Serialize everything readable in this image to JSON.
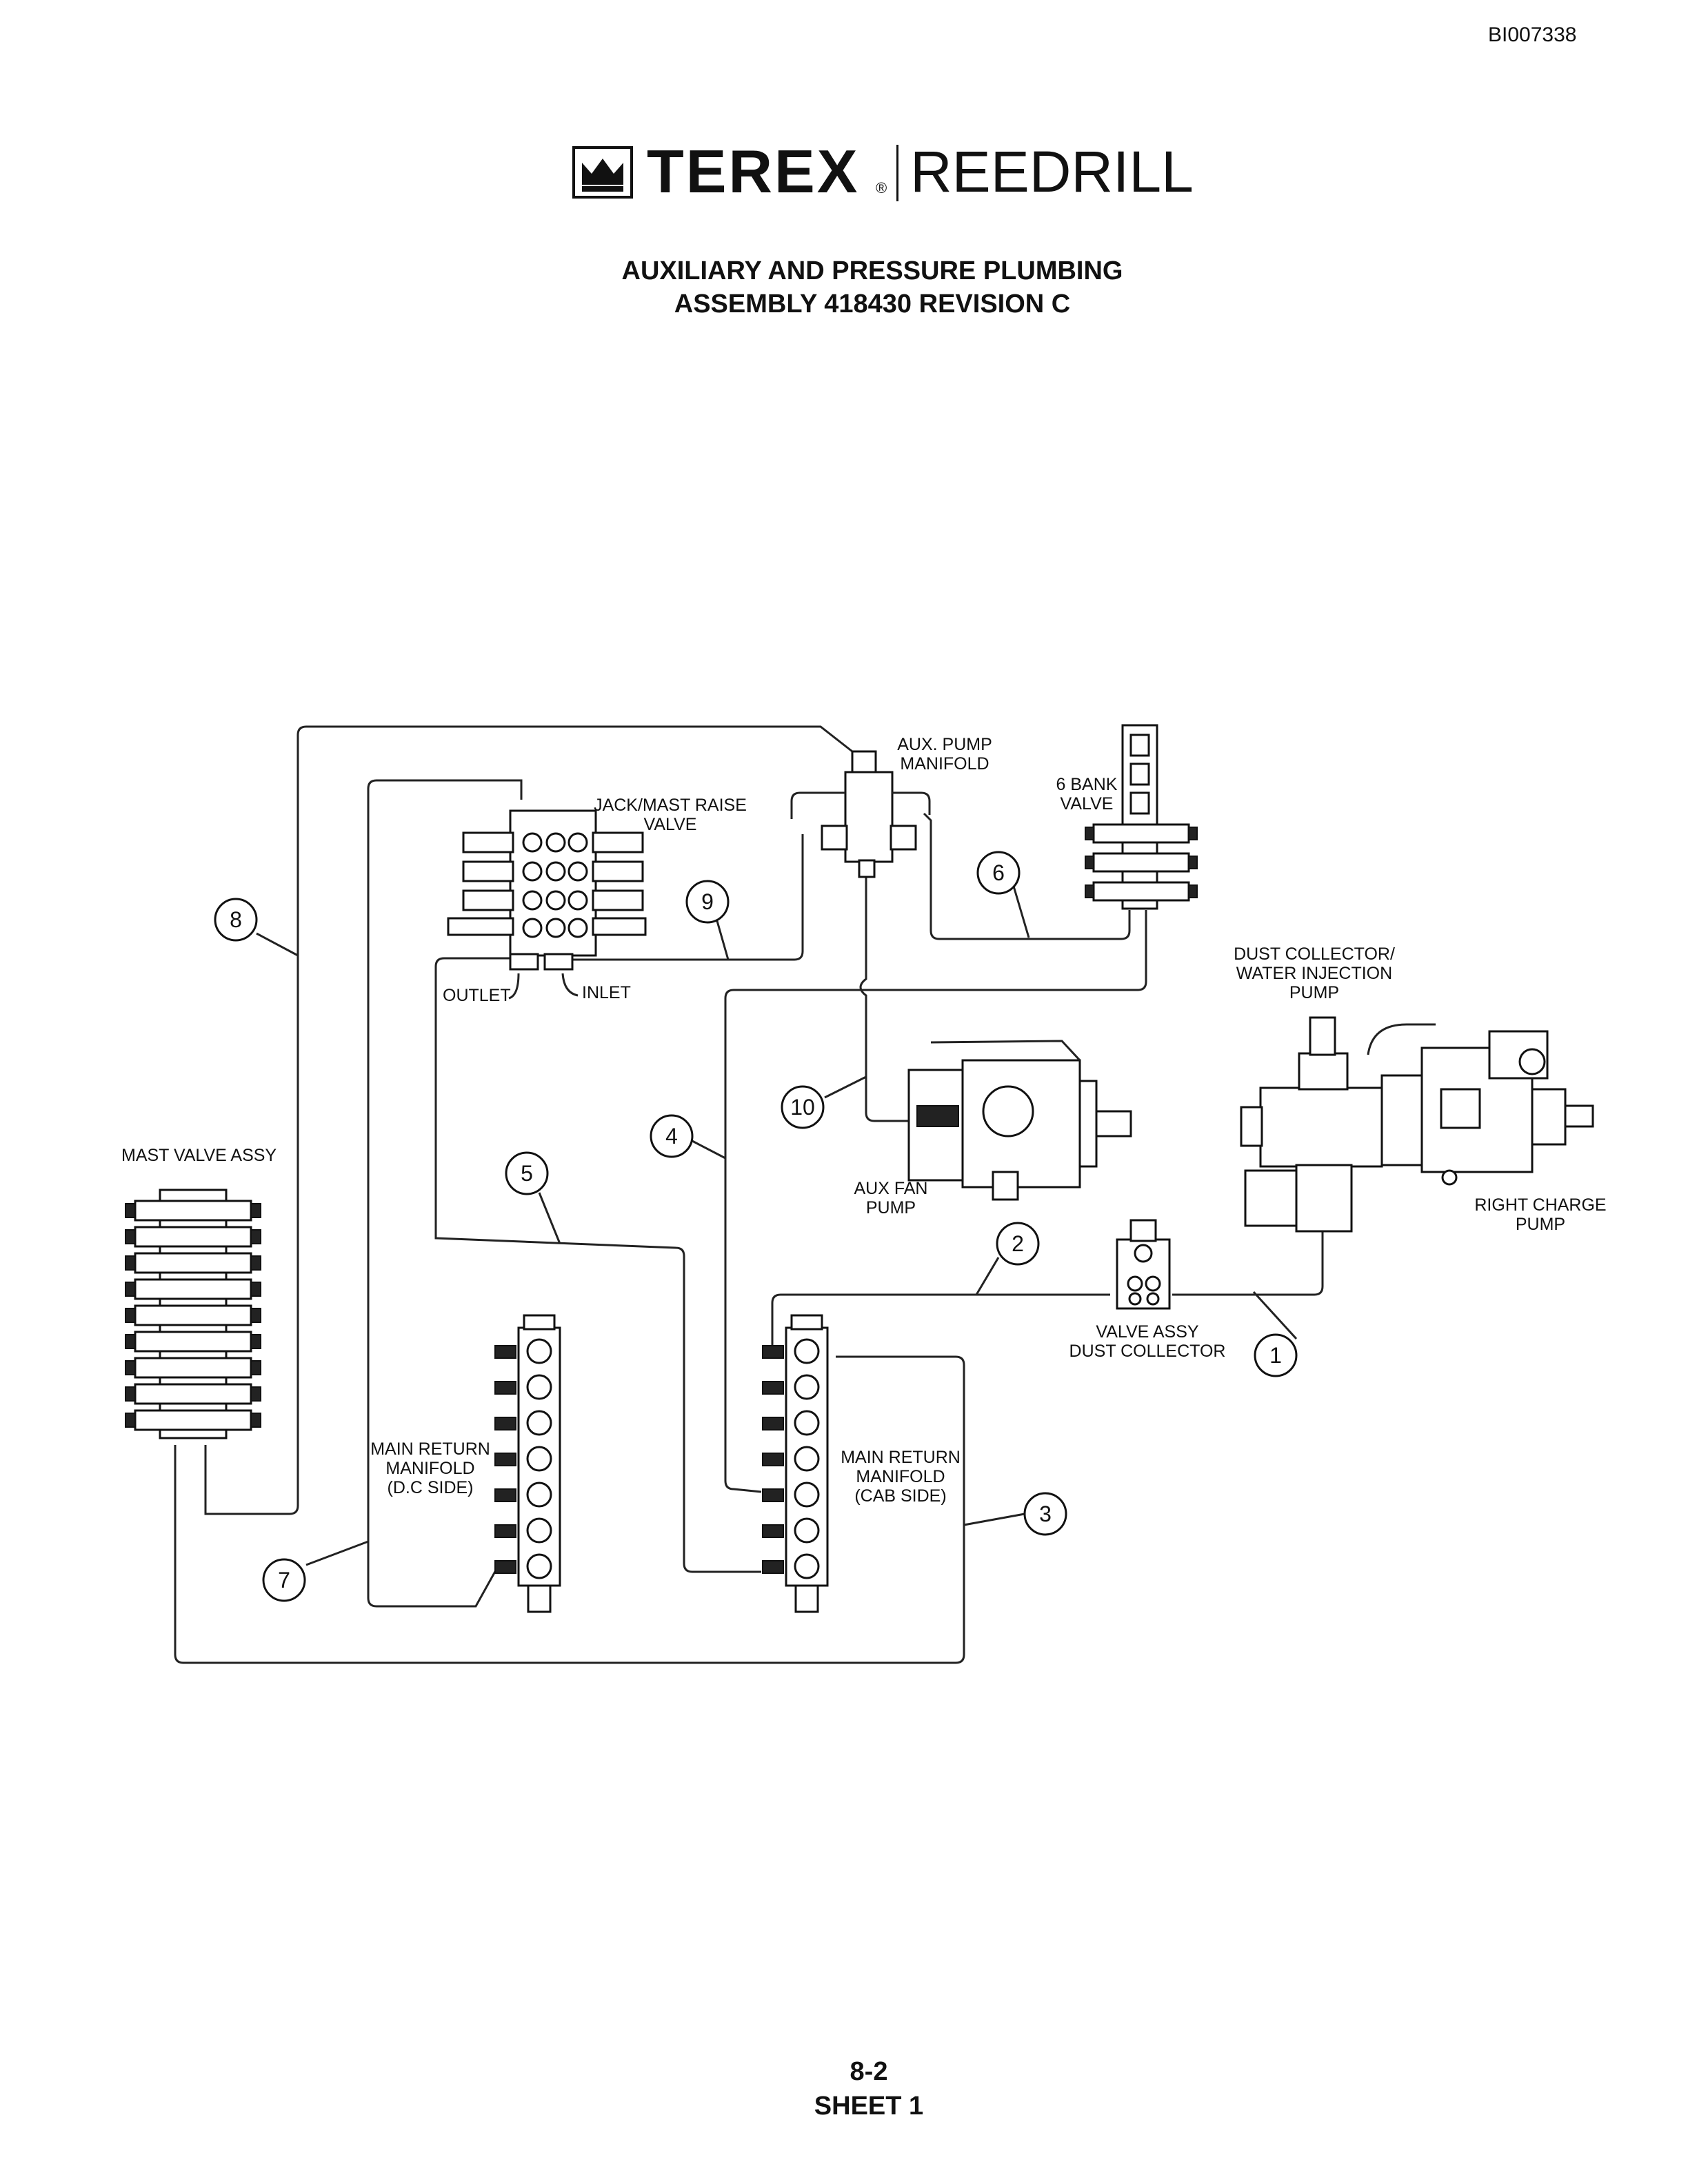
{
  "doc_id": "BI007338",
  "brand": {
    "name": "TEREX",
    "registered": "®",
    "product": "REEDRILL"
  },
  "title": {
    "line1": "AUXILIARY AND PRESSURE PLUMBING",
    "line2": "ASSEMBLY 418430 REVISION C"
  },
  "labels": {
    "aux_pump_manifold": [
      "AUX. PUMP",
      "MANIFOLD"
    ],
    "jack_mast_raise_valve": [
      "JACK/MAST RAISE",
      "VALVE"
    ],
    "six_bank_valve": [
      "6 BANK",
      "VALVE"
    ],
    "dust_collector_pump": [
      "DUST COLLECTOR/",
      "WATER INJECTION",
      "PUMP"
    ],
    "outlet": "OUTLET",
    "inlet": "INLET",
    "mast_valve_assy": "MAST VALVE ASSY",
    "aux_fan_pump": [
      "AUX  FAN",
      "PUMP"
    ],
    "right_charge_pump": [
      "RIGHT CHARGE",
      "PUMP"
    ],
    "valve_assy_dust_collector": [
      "VALVE ASSY",
      "DUST COLLECTOR"
    ],
    "main_return_dc": [
      "MAIN RETURN",
      "MANIFOLD",
      "(D.C SIDE)"
    ],
    "main_return_cab": [
      "MAIN RETURN",
      "MANIFOLD",
      "(CAB SIDE)"
    ]
  },
  "callouts": [
    "1",
    "2",
    "3",
    "4",
    "5",
    "6",
    "7",
    "8",
    "9",
    "10"
  ],
  "footer": {
    "page": "8-2",
    "sheet": "SHEET 1"
  }
}
